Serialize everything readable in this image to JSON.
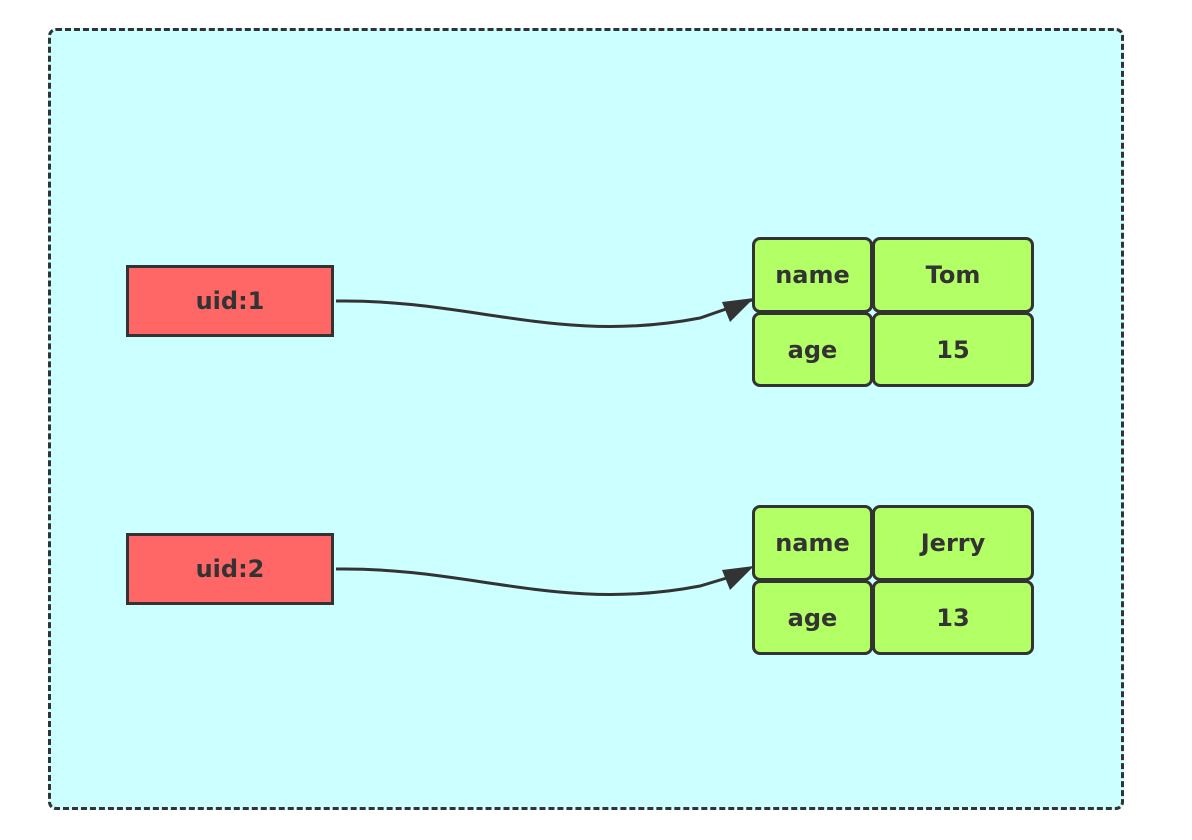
{
  "colors": {
    "container_bg": "#ccffff",
    "key_box": "#ff6666",
    "hash_cell": "#b3ff66",
    "stroke": "#333333"
  },
  "entries": [
    {
      "key": "uid:1",
      "fields": [
        {
          "field": "name",
          "value": "Tom"
        },
        {
          "field": "age",
          "value": "15"
        }
      ]
    },
    {
      "key": "uid:2",
      "fields": [
        {
          "field": "name",
          "value": "Jerry"
        },
        {
          "field": "age",
          "value": "13"
        }
      ]
    }
  ]
}
